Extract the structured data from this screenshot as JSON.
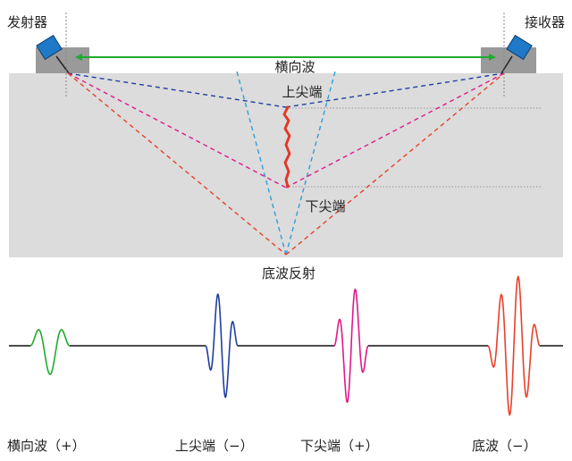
{
  "labels": {
    "transmitter": "发射器",
    "receiver": "接收器",
    "lateral_wave": "横向波",
    "upper_tip": "上尖端",
    "lower_tip": "下尖端",
    "backwall_reflection": "底波反射"
  },
  "waveform_captions": {
    "lateral": "横向波（+）",
    "upper": "上尖端（−）",
    "lower": "下尖端（+）",
    "backwall": "底波（−）"
  },
  "colors": {
    "lateral": "#1faa2f",
    "upper_tip": "#1f3f9f",
    "lower_tip": "#e0188a",
    "backwall": "#e8402a",
    "beam_edge": "#2a9fd8",
    "specimen": "#dcdcdc",
    "probe": "#1f78c8",
    "wedge": "#9a9a9a",
    "crack": "#e03a2a"
  }
}
